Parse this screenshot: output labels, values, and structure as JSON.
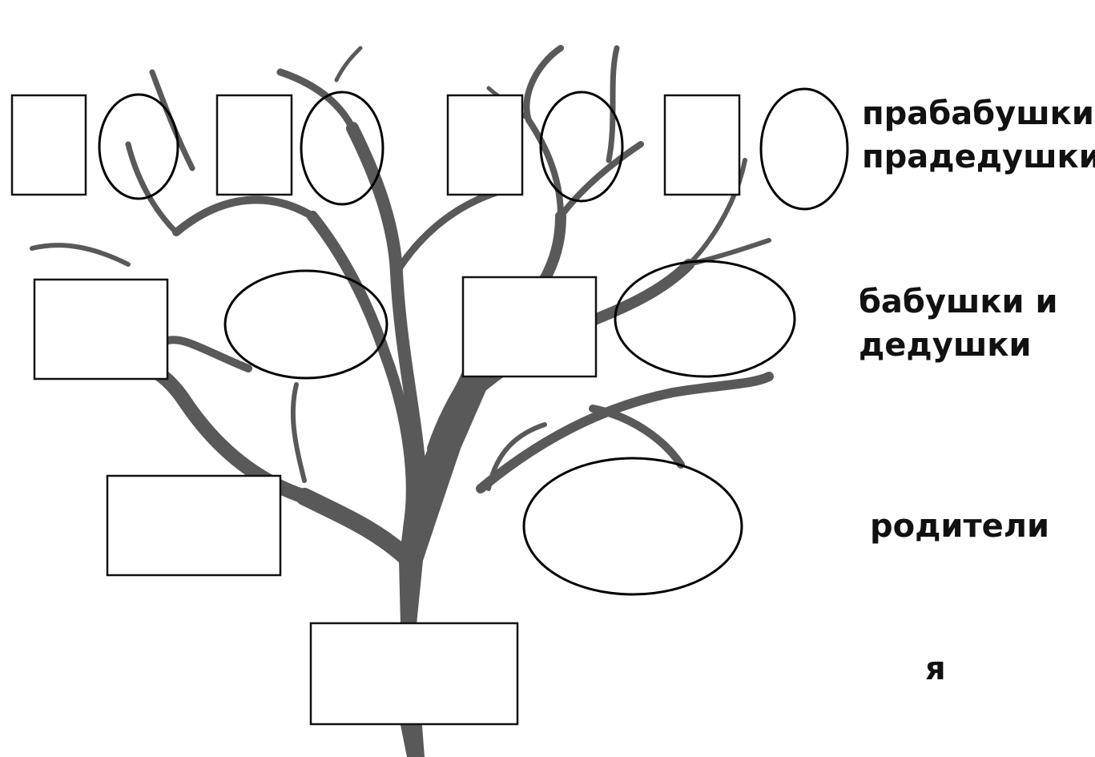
{
  "colors": {
    "tree": "#595959",
    "text": "#111111",
    "frame_stroke": "#111111",
    "frame_fill": "#ffffff"
  },
  "levels": [
    {
      "line1": "прабабушки и",
      "line2": "прадедушки"
    },
    {
      "line1": "бабушки и",
      "line2": "дедушки"
    },
    {
      "line1": "родители",
      "line2": ""
    },
    {
      "line1": "я",
      "line2": ""
    }
  ],
  "frames": {
    "great_grandparents": {
      "rectangles": 4,
      "ovals": 4
    },
    "grandparents": {
      "rectangles": 2,
      "ovals": 2
    },
    "parents": {
      "rectangles": 1,
      "ovals": 1
    },
    "me": {
      "rectangles": 1,
      "ovals": 0
    }
  }
}
